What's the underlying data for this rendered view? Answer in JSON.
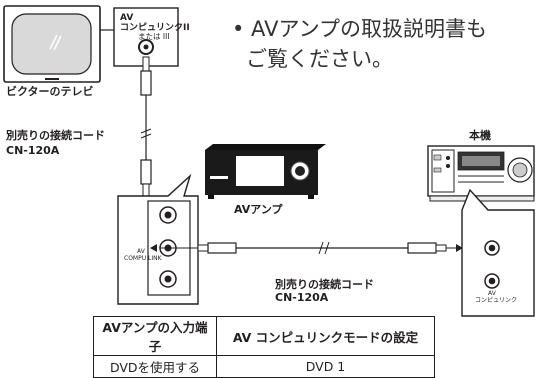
{
  "note": {
    "line1": "• AVアンプの取扱説明書も",
    "line2": "ご覧ください。"
  },
  "tv": {
    "caption": "ビクターのテレビ",
    "port_av": "AV",
    "port_compulink": "コンピュリンクII",
    "port_or": "または III"
  },
  "cord_top": {
    "line1": "別売りの接続コード",
    "line2": "CN-120A"
  },
  "av_amp": {
    "label": "AVアンプ",
    "port_av": "AV",
    "port_compulink": "COMPU LINK"
  },
  "main_unit": {
    "label": "本機",
    "port_av": "AV",
    "port_compulink": "コンピュリンク"
  },
  "cord_bottom": {
    "line1": "別売りの接続コード",
    "line2": "CN-120A"
  },
  "table": {
    "headers": [
      "AVアンプの入力端子",
      "AV コンピュリンクモードの設定"
    ],
    "rows": [
      [
        "DVDを使用する",
        "DVD 1"
      ]
    ]
  }
}
